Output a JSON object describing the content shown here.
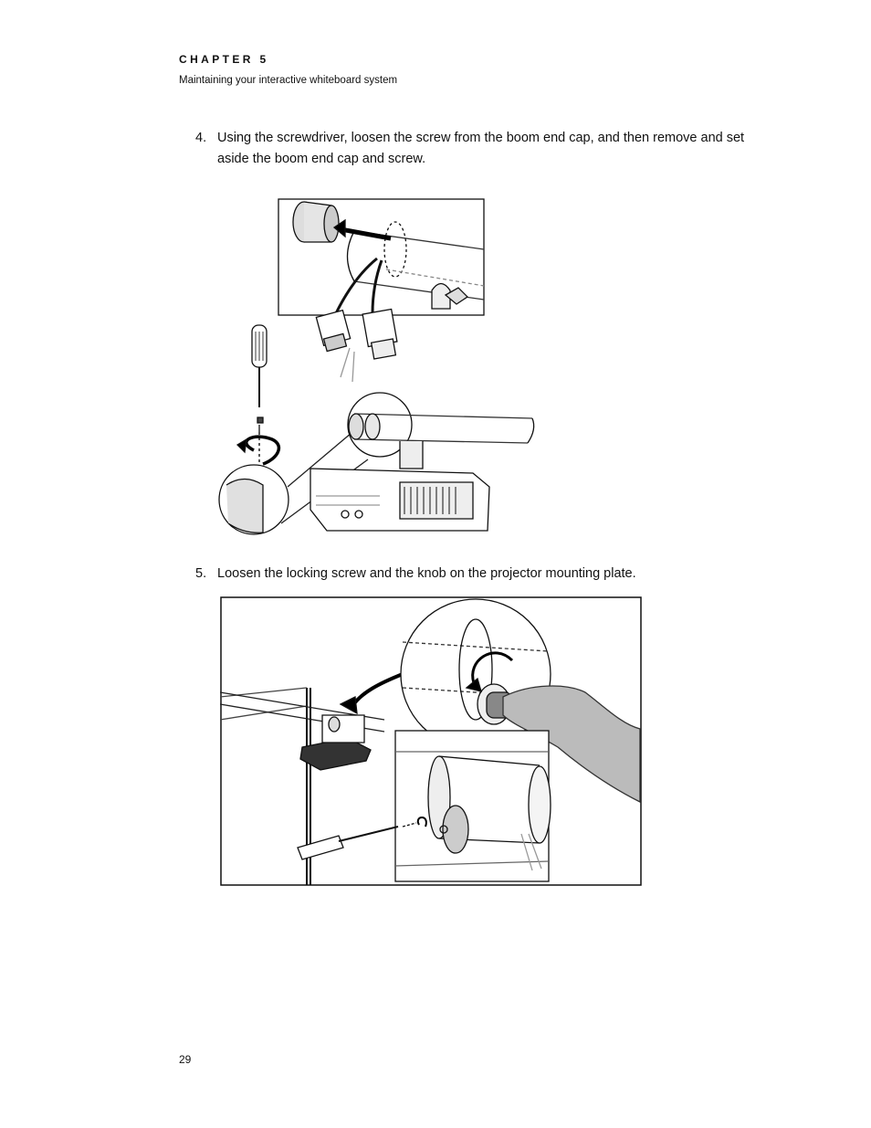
{
  "header": {
    "chapter_label": "CHAPTER 5",
    "chapter_title": "Maintaining your interactive whiteboard system"
  },
  "steps": [
    {
      "number": "4.",
      "text_line1": "Using the screwdriver, loosen the screw from the boom end cap, and then remove and set",
      "text_line2": "aside the boom end cap and screw."
    },
    {
      "number": "5.",
      "text_line1": "Loosen the locking screw and the knob on the projector mounting plate."
    }
  ],
  "figures": [
    {
      "icon": "boom-end-cap-removal-illustration"
    },
    {
      "icon": "projector-mounting-plate-illustration"
    }
  ],
  "footer": {
    "page_number": "29"
  }
}
